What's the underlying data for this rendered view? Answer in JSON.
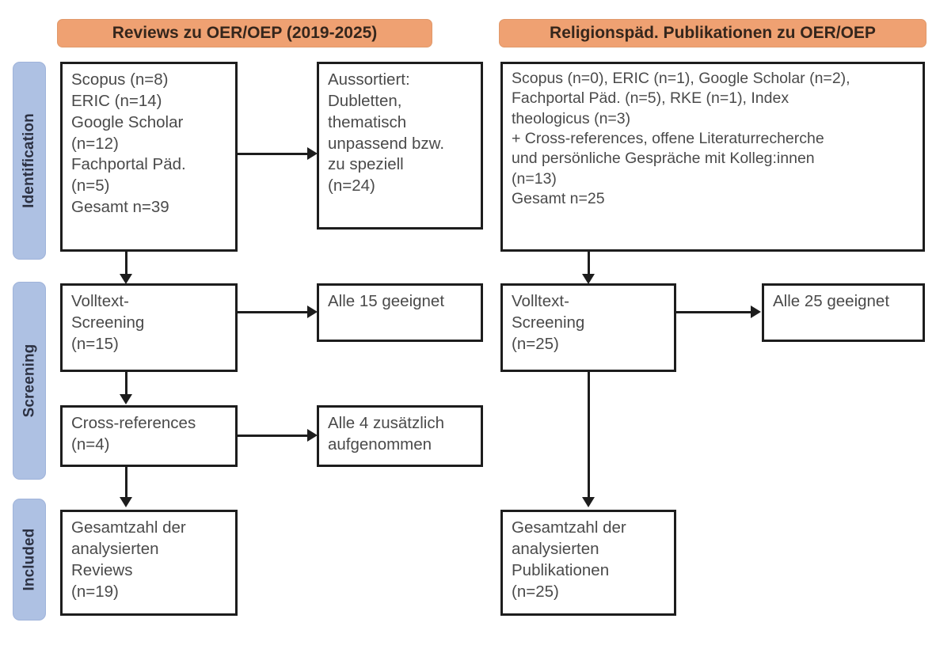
{
  "phases": [
    {
      "id": "identification",
      "label": "Identification"
    },
    {
      "id": "screening",
      "label": "Screening"
    },
    {
      "id": "included",
      "label": "Included"
    }
  ],
  "columns": {
    "left": {
      "header": "Reviews zu OER/OEP (2019-2025)",
      "identification": "Scopus (n=8)\nERIC (n=14)\nGoogle Scholar\n(n=12)\nFachportal Päd.\n(n=5)\nGesamt n=39",
      "excluded": "Aussortiert:\nDubletten,\nthematisch\nunpassend bzw.\nzu speziell\n(n=24)",
      "screening": "Volltext-\nScreening\n(n=15)",
      "screening_result": "Alle 15 geeignet",
      "crossrefs": "Cross-references\n(n=4)",
      "crossrefs_result": "Alle 4 zusätzlich\naufgenommen",
      "included": "Gesamtzahl der\nanalysierten\nReviews\n(n=19)"
    },
    "right": {
      "header": "Religionspäd. Publikationen zu OER/OEP",
      "identification": "Scopus (n=0), ERIC (n=1), Google Scholar (n=2),\nFachportal Päd. (n=5), RKE (n=1), Index\ntheologicus (n=3)\n+ Cross-references, offene Literaturrecherche\nund persönliche Gespräche mit Kolleg:innen\n(n=13)\nGesamt n=25",
      "screening": "Volltext-\nScreening\n(n=25)",
      "screening_result": "Alle 25 geeignet",
      "included": "Gesamtzahl der\nanalysierten\nPublikationen\n(n=25)"
    }
  },
  "colors": {
    "header_bar": "#EFA172",
    "phase_bar": "#AEC1E3",
    "box_border": "#1D1D1D",
    "text": "#4A4A4A"
  }
}
